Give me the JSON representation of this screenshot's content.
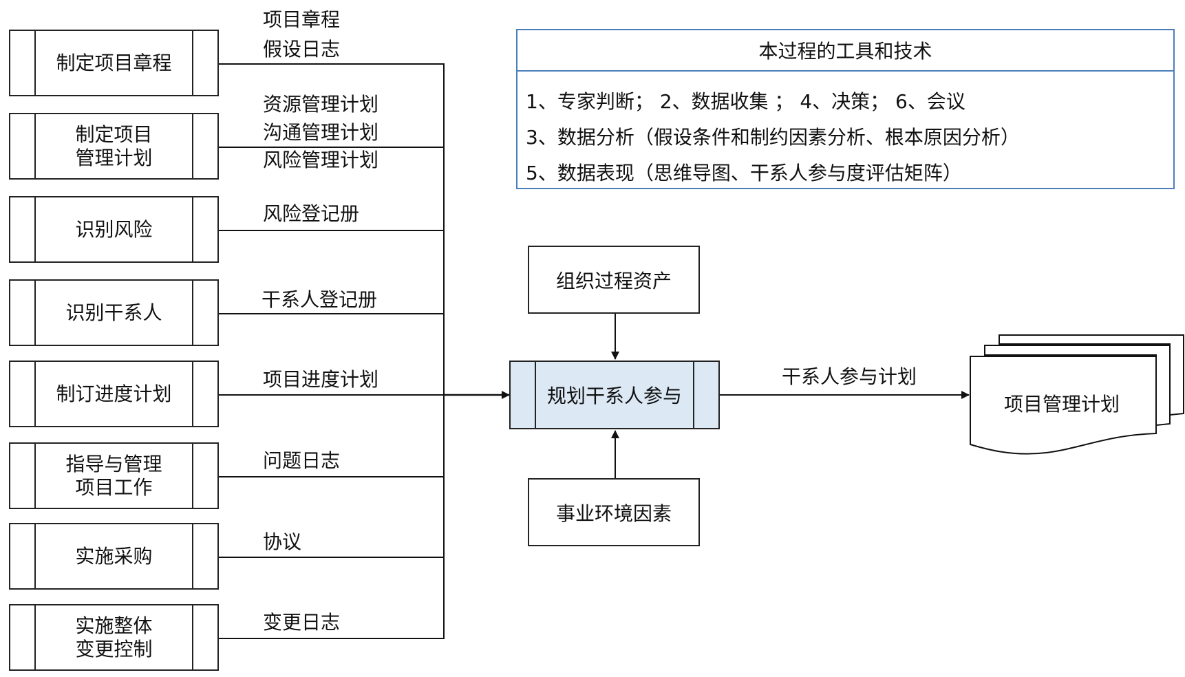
{
  "processes": [
    {
      "name": "制定项目章程",
      "outputs": [
        "项目章程",
        "假设日志"
      ]
    },
    {
      "name": "制定项目\n管理计划",
      "outputs": [
        "资源管理计划",
        "沟通管理计划",
        "风险管理计划"
      ]
    },
    {
      "name": "识别风险",
      "outputs": [
        "风险登记册"
      ]
    },
    {
      "name": "识别干系人",
      "outputs": [
        "干系人登记册"
      ]
    },
    {
      "name": "制订进度计划",
      "outputs": [
        "项目进度计划"
      ]
    },
    {
      "name": "指导与管理\n项目工作",
      "outputs": [
        "问题日志"
      ]
    },
    {
      "name": "实施采购",
      "outputs": [
        "协议"
      ]
    },
    {
      "name": "实施整体\n变更控制",
      "outputs": [
        "变更日志"
      ]
    }
  ],
  "main_process": "规划干系人参与",
  "top_input": "组织过程资产",
  "bottom_input": "事业环境因素",
  "output_label": "干系人参与计划",
  "output_doc": "项目管理计划",
  "tools": {
    "title": "本过程的工具和技术",
    "lines": [
      "1、专家判断；  2、数据收集 ；  4、决策；  6、会议",
      "3、数据分析（假设条件和制约因素分析、根本原因分析）",
      "5、数据表现（思维导图、干系人参与度评估矩阵）"
    ]
  },
  "colors": {
    "main_fill": "#dce9f5",
    "tools_border": "#4a7ebb"
  }
}
